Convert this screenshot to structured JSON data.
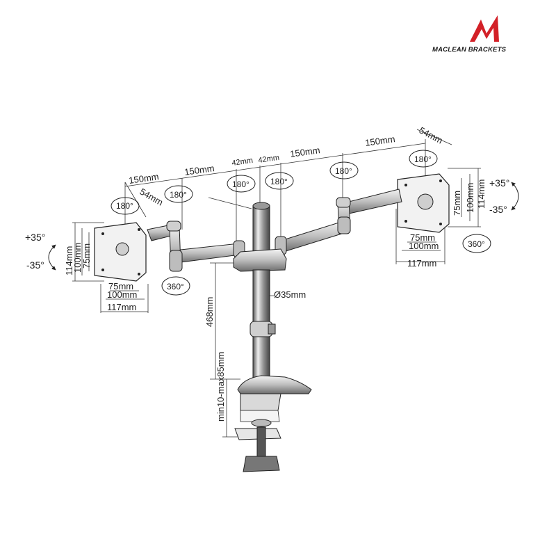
{
  "brand": {
    "name": "MACLEAN BRACKETS",
    "mark_color": "#d32027"
  },
  "dimensions": {
    "arm_top_1": "150mm",
    "arm_top_2": "150mm",
    "arm_top_3": "150mm",
    "arm_top_4": "150mm",
    "pole_offset_a": "42mm",
    "pole_offset_b": "42mm",
    "tilt_depth_left": "54mm",
    "tilt_depth_right": "54mm",
    "vesa_small": "75mm",
    "vesa_medium": "100mm",
    "vesa_large": "117mm",
    "plate_height": "114mm",
    "pole_diameter": "Ø35mm",
    "pole_height": "468mm",
    "clamp_range": "min10-max85mm"
  },
  "angles": {
    "swivel": "180°",
    "rotation": "360°",
    "tilt_up": "+35°",
    "tilt_down": "-35°"
  }
}
